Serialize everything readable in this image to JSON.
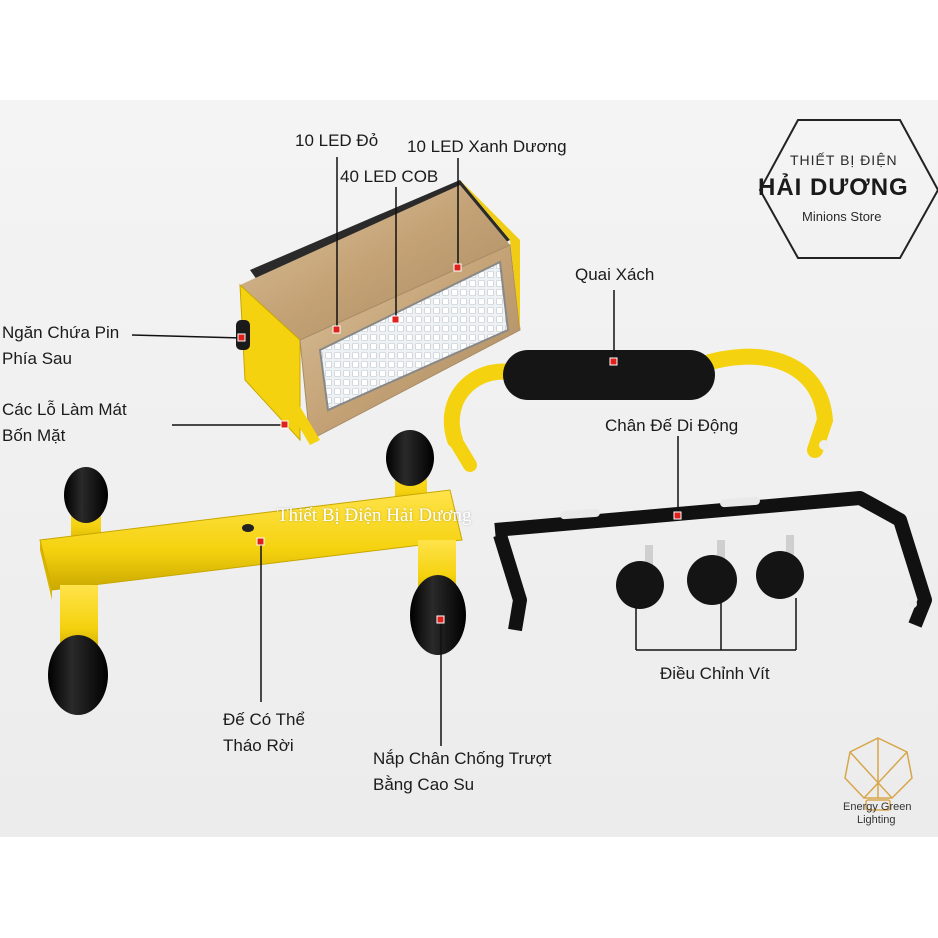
{
  "labels": {
    "led_red": "10 LED Đỏ",
    "led_blue": "10 LED Xanh Dương",
    "led_cob": "40 LED COB",
    "battery_line1": "Ngăn Chứa Pin",
    "battery_line2": "Phía Sau",
    "cooling_line1": "Các Lỗ Làm Mát",
    "cooling_line2": "Bốn Mặt",
    "handle": "Quai Xách",
    "bracket": "Chân Đế Di Động",
    "screws": "Điều Chỉnh Vít",
    "base_line1": "Đế Có Thể",
    "base_line2": "Tháo Rời",
    "feet_line1": "Nắp Chân Chống Trượt",
    "feet_line2": "Bằng Cao Su"
  },
  "watermark": "Thiết Bị Điện Hải Dương",
  "brand": {
    "line1": "THIẾT BỊ ĐIỆN",
    "name": "HẢI DƯƠNG",
    "store": "Minions Store"
  },
  "egl": {
    "line1": "Energy Green",
    "line2": "Lighting"
  },
  "colors": {
    "yellow": "#f5d20f",
    "gold_housing": "#c9a97c",
    "black_rubber": "#111111",
    "marker_red": "#e0201a"
  }
}
